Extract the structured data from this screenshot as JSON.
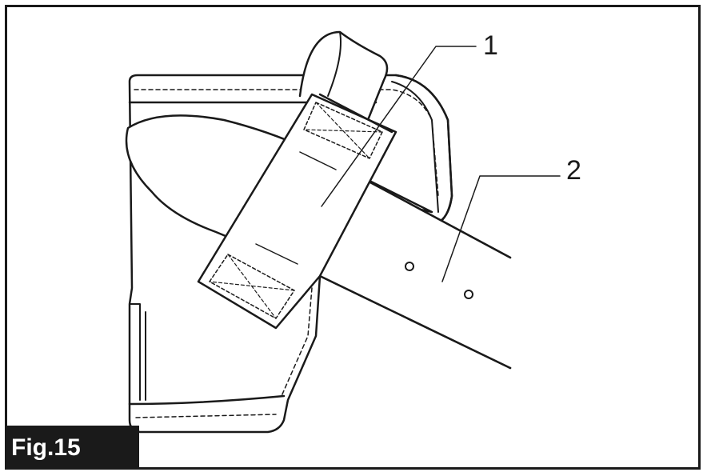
{
  "figure": {
    "label": "Fig.15",
    "callouts": [
      {
        "number": "1"
      },
      {
        "number": "2"
      }
    ]
  }
}
